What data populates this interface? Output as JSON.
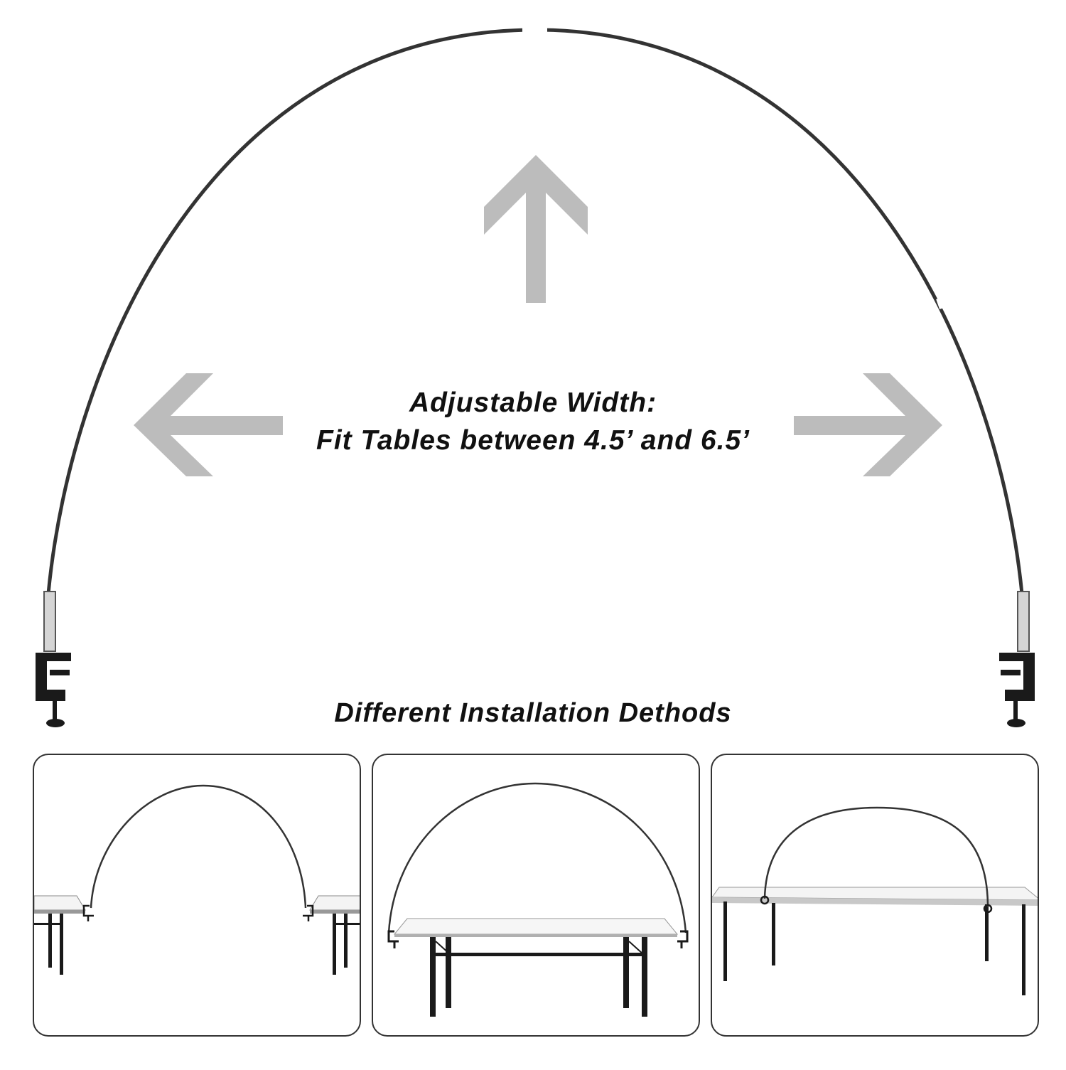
{
  "headline": {
    "line1": "Adjustable Width:",
    "line2": "Fit Tables between 4.5’ and 6.5’"
  },
  "section_title": "Different Installation Dethods",
  "colors": {
    "arrow": "#bcbcbc",
    "arch": "#333333",
    "clamp": "#1a1a1a",
    "panel_border": "#333333",
    "table_top": "#f4f4f4"
  },
  "icons": [
    "arrow-up-icon",
    "arrow-left-icon",
    "arrow-right-icon",
    "clamp-icon"
  ],
  "panels": [
    {
      "name": "arch-between-two-tables"
    },
    {
      "name": "arch-over-table-ends"
    },
    {
      "name": "arch-clamped-on-table-top"
    }
  ]
}
